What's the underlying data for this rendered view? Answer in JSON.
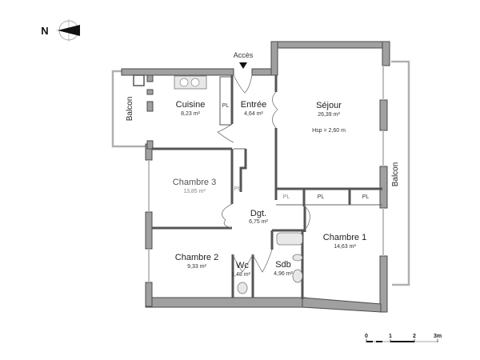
{
  "compass": {
    "label": "N",
    "icon": "north-arrow-icon"
  },
  "access": {
    "label": "Accès",
    "icon": "access-arrow-icon"
  },
  "rooms": {
    "cuisine": {
      "name": "Cuisine",
      "area": "8,23 m²"
    },
    "entree": {
      "name": "Entrée",
      "area": "4,64 m²"
    },
    "sejour": {
      "name": "Séjour",
      "area": "26,39 m²",
      "ceiling": "Hsp = 2,60 m"
    },
    "chambre3": {
      "name": "Chambre 3",
      "area": "13,85 m²"
    },
    "dgt": {
      "name": "Dgt.",
      "area": "6,75 m²"
    },
    "chambre2": {
      "name": "Chambre 2",
      "area": "9,33 m²"
    },
    "wc": {
      "name": "Wc",
      "area": "1,48 m²"
    },
    "sdb": {
      "name": "Sdb",
      "area": "4,96 m²"
    },
    "chambre1": {
      "name": "Chambre 1",
      "area": "14,63 m²"
    }
  },
  "balconies": {
    "west": {
      "label": "Balcon"
    },
    "east": {
      "label": "Balcon"
    }
  },
  "closets": {
    "cuisine_pl": "PL",
    "chambre3_pl": "PL",
    "sejour_pl1": "PL",
    "sejour_pl2": "PL",
    "sejour_pl3": "PL"
  },
  "scale_bar": {
    "ticks": [
      "0",
      "1",
      "2",
      "3m"
    ]
  }
}
